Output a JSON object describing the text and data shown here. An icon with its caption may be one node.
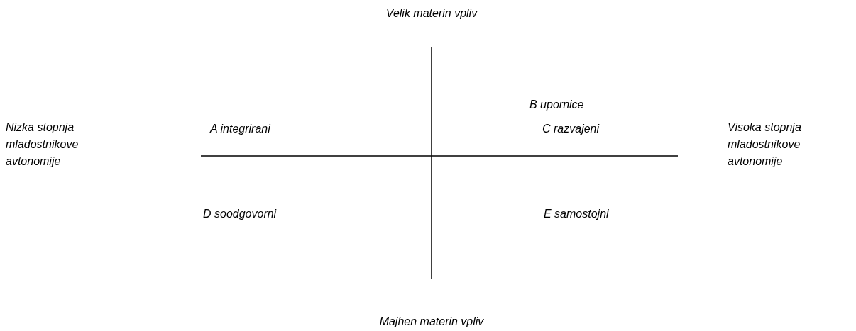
{
  "diagram": {
    "labels": [
      "Velik materin vpliv",
      "B upornice",
      "Nizka stopnja mladostnikove avtonomije",
      "A integrirani",
      "C razvajeni",
      "Visoka stopnja mladostnikove avtonomije",
      "D soodgovorni",
      "E samostojni",
      "Majhen materin vpliv"
    ]
  }
}
